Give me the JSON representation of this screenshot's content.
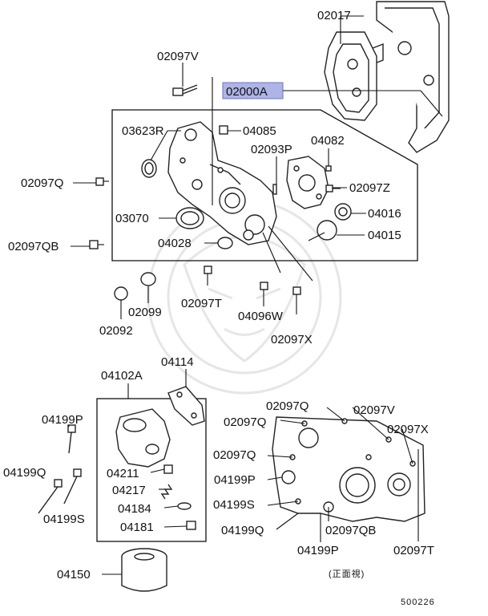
{
  "labels": {
    "l_02017": "02017",
    "l_02097V_top": "02097V",
    "l_02000A": "02000A",
    "l_03623R": "03623R",
    "l_04085": "04085",
    "l_02093P": "02093P",
    "l_04082": "04082",
    "l_02097Q_left": "02097Q",
    "l_02097Z": "02097Z",
    "l_03070": "03070",
    "l_04016": "04016",
    "l_02097QB": "02097QB",
    "l_04028": "04028",
    "l_04015": "04015",
    "l_02099": "02099",
    "l_02097T_mid": "02097T",
    "l_04096W": "04096W",
    "l_02092": "02092",
    "l_02097X_mid": "02097X",
    "l_04114": "04114",
    "l_04102A": "04102A",
    "l_04199P_left": "04199P",
    "l_04199Q_left": "04199Q",
    "l_04199S_left": "04199S",
    "l_04211": "04211",
    "l_04217": "04217",
    "l_04184": "04184",
    "l_04181": "04181",
    "l_04150": "04150",
    "l_02097Q_r1": "02097Q",
    "l_02097V_r": "02097V",
    "l_02097Q_r2": "02097Q",
    "l_02097X_r": "02097X",
    "l_02097Q_r3": "02097Q",
    "l_04199P_r1": "04199P",
    "l_04199S_r": "04199S",
    "l_04199Q_r": "04199Q",
    "l_02097QB_r": "02097QB",
    "l_02097T_r": "02097T",
    "l_04199P_r2": "04199P",
    "view_note": "(正面視)",
    "code": "500226"
  },
  "colors": {
    "highlight": "#aeb4e6",
    "line": "#111111",
    "watermark": "#e6e6e6"
  }
}
